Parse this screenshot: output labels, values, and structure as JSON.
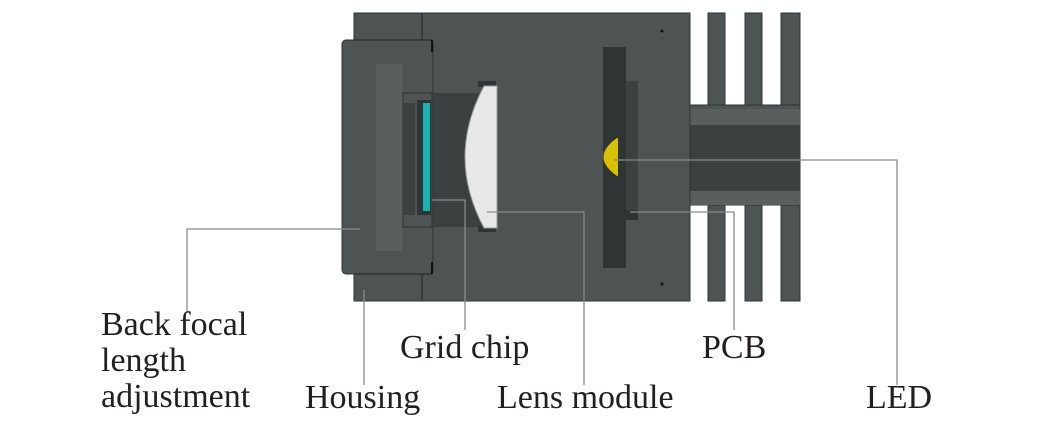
{
  "colors": {
    "housing": "#4d5453",
    "housing_dark": "#3b4140",
    "inner": "#585f5e",
    "edge": "#2f3534",
    "lens": "#e8e8e8",
    "chip": "#19b3b0",
    "led": "#d8c200",
    "leader": "#8a8a8a",
    "text": "#231f20"
  },
  "labels": {
    "back_focal": [
      "Back focal",
      "length",
      "adjustment"
    ],
    "grid_chip": "Grid chip",
    "pcb": "PCB",
    "housing": "Housing",
    "lens_module": "Lens module",
    "led": "LED"
  }
}
